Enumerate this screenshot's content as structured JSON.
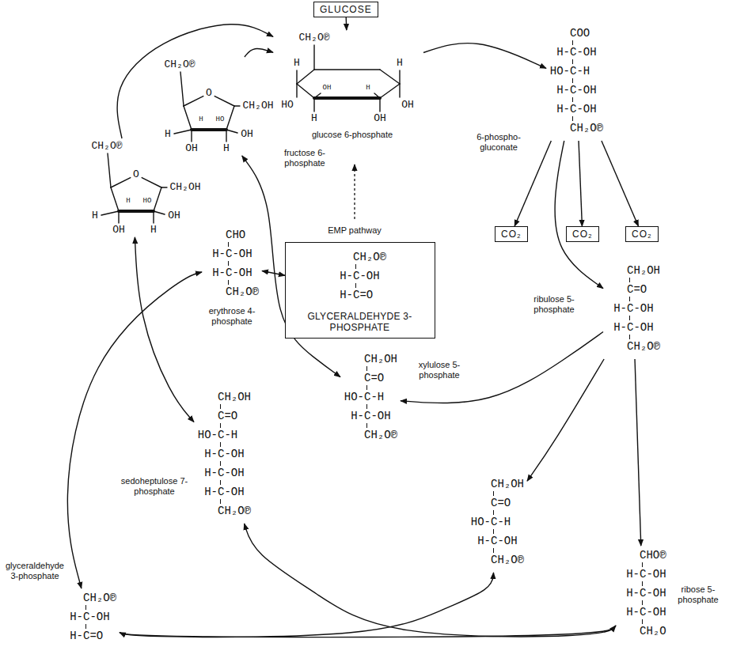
{
  "diagram": {
    "nodes": [
      {
        "text": [
          "GLUCOSE"
        ]
      },
      {
        "text": [
          "CH₂O℗",
          "H",
          "OH",
          "H",
          "H",
          "HO",
          "OH",
          "H",
          "OH",
          "glucose 6-phosphate"
        ]
      },
      {
        "text": [
          "CH₂O℗",
          "O",
          "CH₂OH",
          "H",
          "H",
          "HO",
          "OH",
          "OH",
          "H",
          "fructose 6-phosphate"
        ]
      },
      {
        "text": [
          "COO",
          "H-C-OH",
          "HO-C-H",
          "H-C-OH",
          "H-C-OH",
          "CH₂O℗",
          "6-phospho- gluconate"
        ]
      },
      {
        "text": [
          "CH₂O℗",
          "O",
          "CH₂OH",
          "H",
          "H",
          "HO",
          "OH",
          "OH",
          "H"
        ]
      },
      {
        "text": [
          "CHO",
          "H-C-OH",
          "H-C-OH",
          "CH₂O℗",
          "erythrose 4-phosphate"
        ]
      },
      {
        "text": [
          "CH₂O℗",
          "H-C-OH",
          "H-C=O",
          "GLYCERALDEHYDE 3-PHOSPHATE"
        ]
      },
      {
        "text": [
          "CO₂"
        ]
      },
      {
        "text": [
          "CO₂"
        ]
      },
      {
        "text": [
          "CO₂"
        ]
      },
      {
        "text": [
          "CH₂OH",
          "C=O",
          "H-C-OH",
          "H-C-OH",
          "CH₂O℗",
          "ribulose 5-phosphate"
        ]
      },
      {
        "text": [
          "CH₂OH",
          "C=O",
          "HO-C-H",
          "H-C-OH",
          "CH₂O℗",
          "xylulose 5-phosphate"
        ]
      },
      {
        "text": [
          "CH₂OH",
          "C=O",
          "HO-C-H",
          "H-C-OH",
          "H-C-OH",
          "H-C-OH",
          "CH₂O℗",
          "sedoheptulose 7-phosphate"
        ]
      },
      {
        "text": [
          "CH₂OH",
          "C=O",
          "HO-C-H",
          "H-C-OH",
          "CH₂O℗"
        ]
      },
      {
        "text": [
          "CHO℗",
          "H-C-OH",
          "H-C-OH",
          "H-C-OH",
          "CH₂O",
          "ribose 5-phosphate"
        ]
      },
      {
        "text": [
          "CH₂O℗",
          "H-C-OH",
          "H-C=O",
          "glyceraldehyde 3-phosphate"
        ]
      }
    ],
    "edges": [
      {
        "from": 0,
        "to": 1,
        "arrow": "to"
      },
      {
        "from": 1,
        "to": 3,
        "arrow": "to"
      },
      {
        "from": 2,
        "to": 1,
        "arrow": "to"
      },
      {
        "from": 4,
        "to": 1,
        "arrow": "to"
      },
      {
        "from": 3,
        "to": 10,
        "arrow": "to"
      },
      {
        "from": 3,
        "to": 7,
        "arrow": "to"
      },
      {
        "from": 3,
        "to": 8,
        "arrow": "to"
      },
      {
        "from": 3,
        "to": 9,
        "arrow": "to"
      },
      {
        "from": 10,
        "to": 11,
        "arrow": "to"
      },
      {
        "from": 10,
        "to": 14,
        "arrow": "to"
      },
      {
        "from": 10,
        "to": 13,
        "arrow": "to"
      },
      {
        "from": 2,
        "to": 11,
        "arrow": "both"
      },
      {
        "from": 6,
        "to": 5,
        "arrow": "both"
      },
      {
        "from": 4,
        "to": 12,
        "arrow": "both"
      },
      {
        "from": 5,
        "to": 15,
        "arrow": "both"
      },
      {
        "from": 15,
        "to": 14,
        "arrow": "both"
      },
      {
        "from": 14,
        "to": 12,
        "arrow": "to"
      },
      {
        "from": 15,
        "to": 13,
        "arrow": "to"
      }
    ],
    "labels": [
      "EMP pathway"
    ]
  }
}
